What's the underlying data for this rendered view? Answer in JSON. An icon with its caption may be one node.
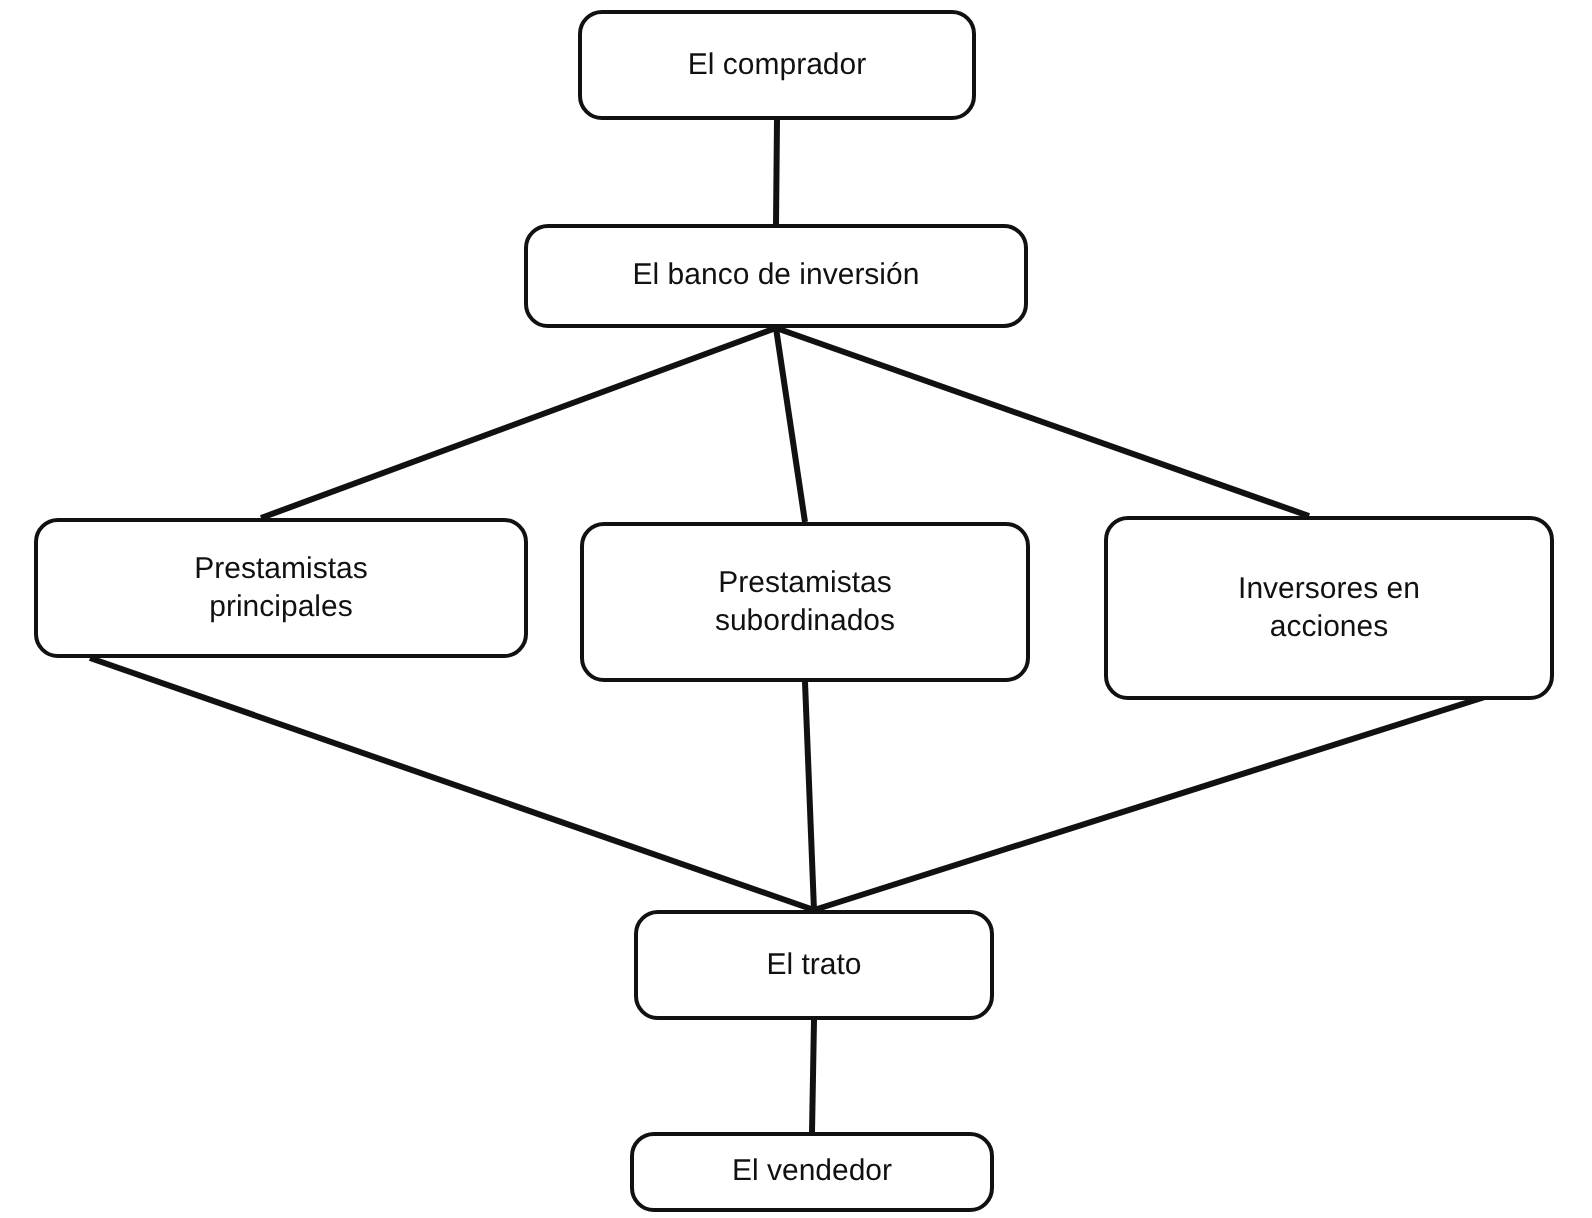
{
  "diagram": {
    "nodes": [
      {
        "text": [
          "El comprador"
        ]
      },
      {
        "text": [
          "El banco de inversión"
        ]
      },
      {
        "text": [
          "Prestamistas principales"
        ]
      },
      {
        "text": [
          "Prestamistas subordinados"
        ]
      },
      {
        "text": [
          "Inversores en acciones"
        ]
      },
      {
        "text": [
          "El trato"
        ]
      },
      {
        "text": [
          "El vendedor"
        ]
      }
    ],
    "edges": [
      {
        "from": 0,
        "to": 1,
        "arrow": "none"
      },
      {
        "from": 1,
        "to": 2,
        "arrow": "none"
      },
      {
        "from": 1,
        "to": 3,
        "arrow": "none"
      },
      {
        "from": 1,
        "to": 4,
        "arrow": "none"
      },
      {
        "from": 2,
        "to": 5,
        "arrow": "none"
      },
      {
        "from": 3,
        "to": 5,
        "arrow": "none"
      },
      {
        "from": 4,
        "to": 5,
        "arrow": "none"
      },
      {
        "from": 5,
        "to": 6,
        "arrow": "none"
      }
    ]
  }
}
